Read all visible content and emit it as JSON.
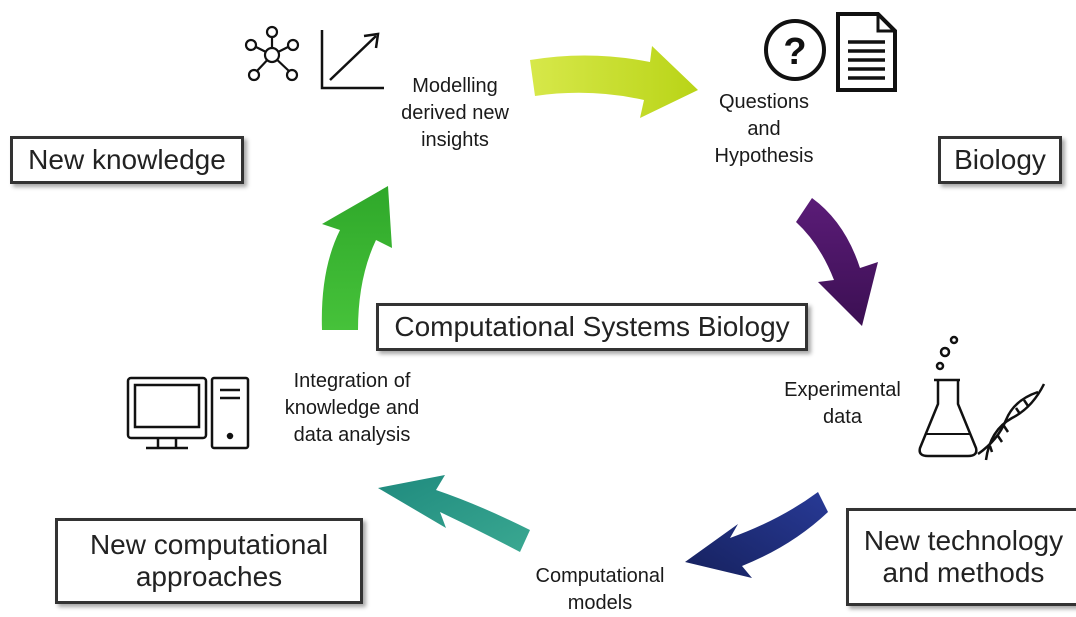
{
  "diagram": {
    "center_label": "Computational Systems Biology",
    "boxes": {
      "new_knowledge": "New knowledge",
      "biology": "Biology",
      "new_technology": [
        "New technology",
        "and methods"
      ],
      "new_computational": [
        "New computational",
        "approaches"
      ]
    },
    "steps": {
      "modelling": [
        "Modelling",
        "derived new",
        "insights"
      ],
      "questions": [
        "Questions",
        "and",
        "Hypothesis"
      ],
      "experimental": [
        "Experimental",
        "data"
      ],
      "computational_models": [
        "Computational",
        "models"
      ],
      "integration": [
        "Integration of",
        "knowledge and",
        "data analysis"
      ]
    },
    "arrows": [
      {
        "from": "modelling",
        "to": "questions",
        "color": "#c6de1e"
      },
      {
        "from": "questions",
        "to": "experimental",
        "color": "#4a1463"
      },
      {
        "from": "experimental",
        "to": "computational_models",
        "color": "#1f2e7e"
      },
      {
        "from": "computational_models",
        "to": "integration",
        "color": "#2a9d8c"
      },
      {
        "from": "integration",
        "to": "modelling",
        "color": "#3dbb34"
      }
    ],
    "icons": [
      "network-icon",
      "trend-chart-icon",
      "question-icon",
      "document-icon",
      "flask-icon",
      "dna-icon",
      "monitor-icon",
      "computer-tower-icon"
    ]
  }
}
